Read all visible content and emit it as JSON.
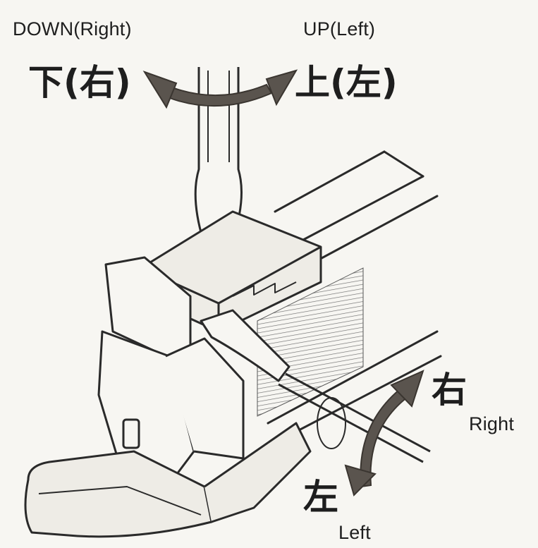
{
  "labels": {
    "down_en": "DOWN(Right)",
    "up_en": "UP(Left)",
    "down_jp": "下(右)",
    "up_jp": "上(左)",
    "right_jp": "右",
    "right_en": "Right",
    "left_jp": "左",
    "left_en": "Left"
  },
  "colors": {
    "ink": "#2a2a2a",
    "arrow": "#5a544e",
    "paper": "#f7f6f2",
    "fill_light": "#eeece6"
  }
}
